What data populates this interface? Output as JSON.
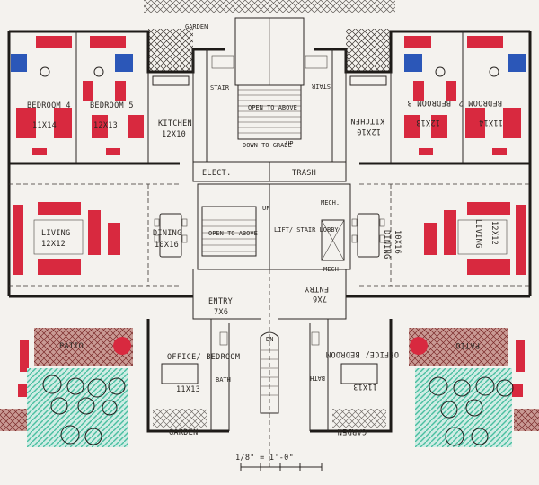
{
  "drawing": {
    "scale": "1/8\" = 1'-0\"",
    "colors": {
      "furniture_red": "#d8293f",
      "bath_blue": "#2b57b8",
      "garden_green": "#2fb38f",
      "paper": "#f4f2ee",
      "ink": "#1e1b18"
    },
    "rooms": {
      "bedroom4": {
        "name": "BEDROOM 4",
        "size": "11X14"
      },
      "bedroom5": {
        "name": "BEDROOM 5",
        "size": "12X13"
      },
      "bedroom2": {
        "name": "BEDROOM 2",
        "size": "11X14"
      },
      "bedroom3": {
        "name": "BEDROOM 3",
        "size": "12X13"
      },
      "kitchen_left": {
        "name": "KITCHEN",
        "size": "12X10"
      },
      "kitchen_right": {
        "name": "KITCHEN",
        "size": "12X10"
      },
      "living_left": {
        "name": "LIVING",
        "size": "12X12"
      },
      "living_right": {
        "name": "LIVING",
        "size": "12X12"
      },
      "dining_left": {
        "name": "DINING",
        "size": "10X16"
      },
      "dining_right": {
        "name": "DINING",
        "size": "10X16"
      },
      "entry_left": {
        "name": "ENTRY",
        "size": "7X6"
      },
      "entry_right": {
        "name": "ENTRY",
        "size": "7X6"
      },
      "office_left": {
        "name": "OFFICE/ BEDROOM",
        "size": "11X13"
      },
      "office_right": {
        "name": "OFFICE/ BEDROOM",
        "size": "11X13"
      },
      "patio_left": {
        "name": "PATIO"
      },
      "patio_right": {
        "name": "PATIO"
      },
      "garden_bottom_left": {
        "name": "GARDEN"
      },
      "garden_bottom_right": {
        "name": "GARDEN"
      },
      "garden_top": {
        "name": "GARDEN"
      },
      "bath_left": {
        "name": "BATH"
      },
      "bath_right": {
        "name": "BATH"
      },
      "stair_left": {
        "name": "STAIR"
      },
      "stair_right": {
        "name": "STAIR"
      }
    },
    "core": {
      "open_above_top": "OPEN TO ABOVE",
      "down_to_grade": "DOWN TO GRADE",
      "up": "UP",
      "elect": "ELECT.",
      "trash": "TRASH",
      "mech": "MECH.",
      "mech2": "MECH",
      "open_above_mid": "OPEN TO ABOVE",
      "lift_lobby": "LIFT/ STAIR LOBBY",
      "dn": "DN"
    }
  }
}
